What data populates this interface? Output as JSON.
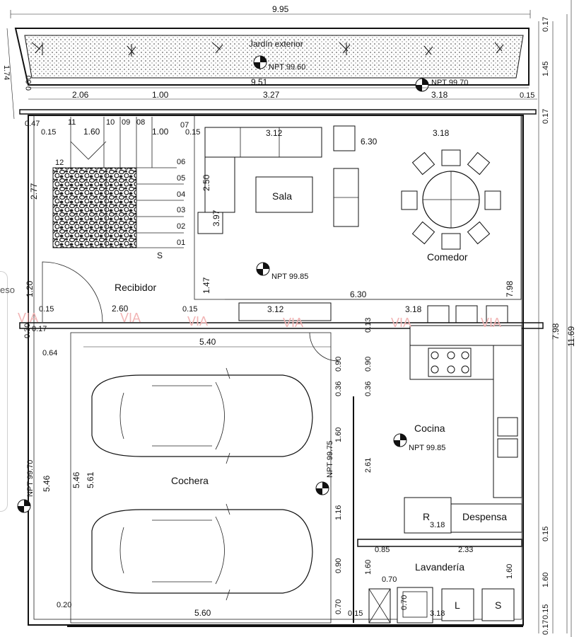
{
  "rooms": {
    "jardin": "Jardín exterior",
    "sala": "Sala",
    "comedor": "Comedor",
    "recibidor": "Recibidor",
    "cochera": "Cochera",
    "cocina": "Cocina",
    "despensa": "Despensa",
    "lavanderia": "Lavandería"
  },
  "levels": {
    "jardin": "NPT 99.60",
    "terraza": "NPT 99.70",
    "sala": "NPT 99.85",
    "cocina": "NPT 99.85",
    "cochera": "NPT 99.75",
    "banqueta": "NPT 99.70"
  },
  "dims": {
    "top_total": "9.95",
    "right_total": "11.69",
    "right_798": "7.98",
    "left_174": "1.74",
    "jardin_145": "1.45",
    "jardin_060": "0.60",
    "jardin_951": "9.51",
    "d_206": "2.06",
    "d_100a": "1.00",
    "d_327": "3.27",
    "d_318": "3.18",
    "d_015": "0.15",
    "d_017": "0.17",
    "d_047": "0.47",
    "d_160": "1.60",
    "d_100": "1.00",
    "d_312": "3.12",
    "d_630": "6.30",
    "d_277": "2.77",
    "d_250": "2.50",
    "d_397": "3.97",
    "d_147": "1.47",
    "d_120": "1.20",
    "d_260": "2.60",
    "d_030": "0.30",
    "d_064": "0.64",
    "d_540": "5.40",
    "d_546": "5.46",
    "d_561": "5.61",
    "d_560": "5.60",
    "d_020": "0.20",
    "d_090": "0.90",
    "d_036": "0.36",
    "d_261": "2.61",
    "d_116": "1.16",
    "d_085": "0.85",
    "d_233": "2.33",
    "d_070": "0.70",
    "d_013": "0.13"
  },
  "stairs": [
    "01",
    "02",
    "03",
    "04",
    "05",
    "06",
    "07",
    "08",
    "09",
    "10",
    "11",
    "12"
  ],
  "labels": {
    "stair_s": "S",
    "fridge_r": "R",
    "wash_l": "L",
    "dryer_s": "S"
  },
  "watermark": "VIA",
  "side_tab_text": "eso"
}
